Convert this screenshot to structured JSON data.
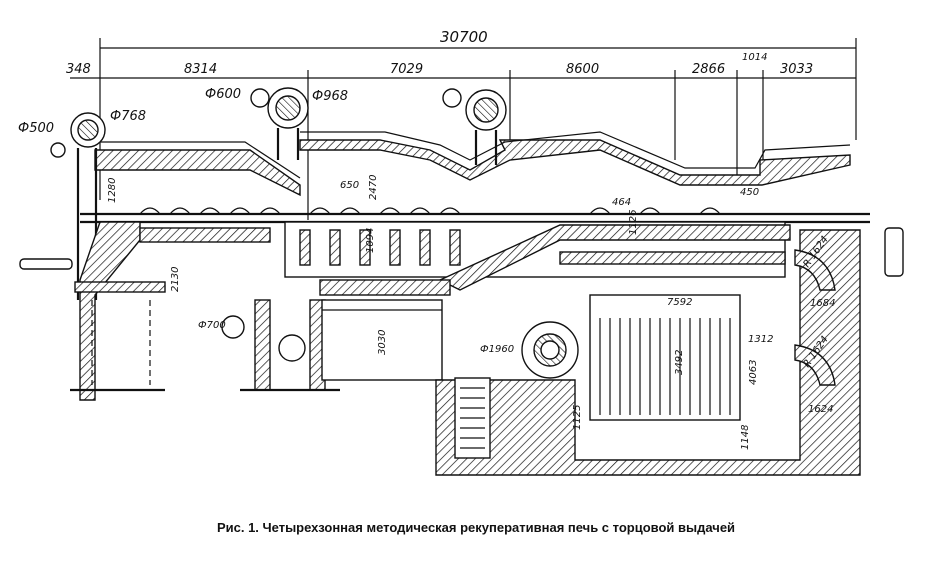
{
  "dimensions": {
    "total_length": "30700",
    "segments": [
      "348",
      "8314",
      "7029",
      "8600",
      "2866",
      "1014",
      "3033"
    ],
    "diameters": [
      "Ф500",
      "Ф768",
      "Ф600",
      "Ф968",
      "Ф700",
      "Ф1960"
    ],
    "heights": [
      "1280",
      "2130",
      "650",
      "2470",
      "1094",
      "3030",
      "464",
      "450",
      "1126"
    ],
    "recuperator": [
      "7592",
      "3492",
      "1312",
      "1684",
      "1624",
      "R 1624",
      "R 1624",
      "4063",
      "1148",
      "1125"
    ]
  },
  "caption": "Рис. 1.  Четырехзонная методическая рекуперативная печь с торцовой выдачей"
}
